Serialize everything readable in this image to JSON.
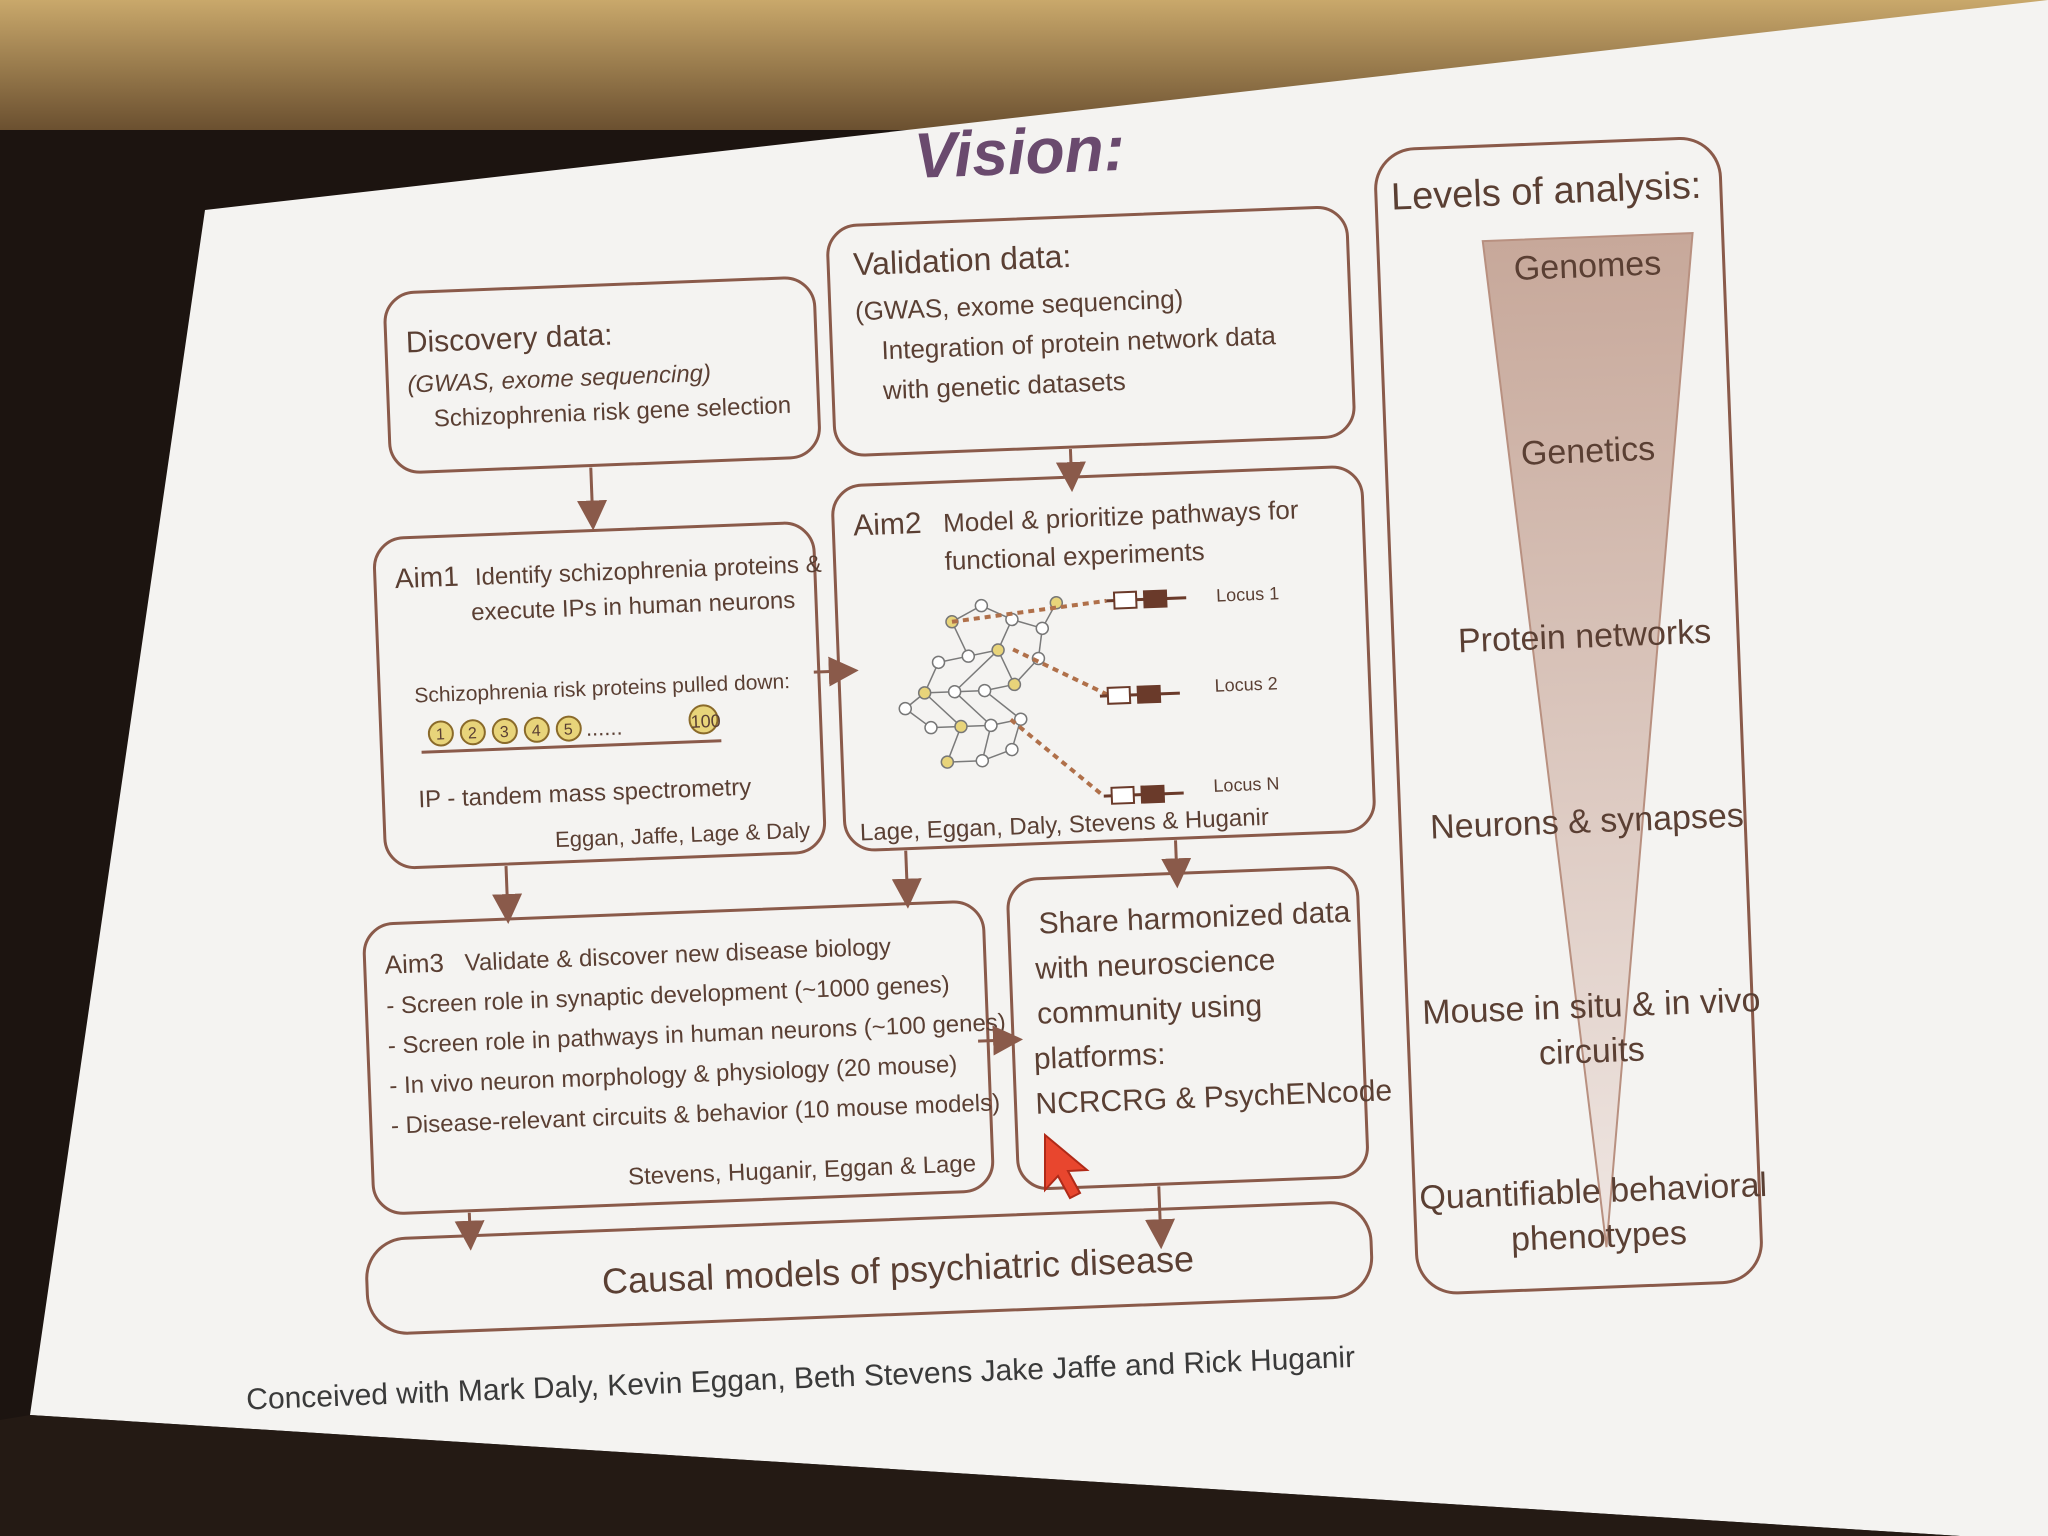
{
  "slide": {
    "title": "Vision:",
    "discovery": {
      "heading": "Discovery data:",
      "line1": "(GWAS, exome sequencing)",
      "line2": "Schizophrenia risk gene selection"
    },
    "validation": {
      "heading": "Validation data:",
      "line1": "(GWAS, exome sequencing)",
      "line2": "Integration of protein network data",
      "line3": "with genetic datasets"
    },
    "aim1": {
      "label": "Aim1",
      "text1": "Identify schizophrenia proteins &",
      "text2": "execute IPs in human neurons",
      "pulled": "Schizophrenia risk proteins pulled down:",
      "circles": [
        "1",
        "2",
        "3",
        "4",
        "5"
      ],
      "dots": "......",
      "last": "100",
      "ip": "IP  - tandem mass spectrometry",
      "credit": "Eggan, Jaffe, Lage & Daly"
    },
    "aim2": {
      "label": "Aim2",
      "text1": "Model & prioritize pathways for",
      "text2": "functional experiments",
      "locus1": "Locus 1",
      "locus2": "Locus 2",
      "locusN": "Locus N",
      "credit": "Lage, Eggan, Daly, Stevens & Huganir"
    },
    "aim3": {
      "label": "Aim3",
      "heading": "Validate & discover new disease biology",
      "items": [
        "- Screen role in synaptic development (~1000 genes)",
        "- Screen role in pathways in human neurons (~100 genes)",
        "- In vivo neuron morphology & physiology (20 mouse)",
        "- Disease-relevant circuits & behavior (10 mouse models)"
      ],
      "credit": "Stevens, Huganir, Eggan & Lage"
    },
    "share": {
      "lines": [
        "Share harmonized data",
        "with neuroscience",
        "community using",
        "platforms:",
        "NCRCRG & PsychENcode"
      ]
    },
    "causal": "Causal models of psychiatric disease",
    "levels": {
      "title": "Levels of analysis:",
      "items": [
        "Genomes",
        "Genetics",
        "Protein networks",
        "Neurons  & synapses",
        "Mouse in situ & in vivo",
        "circuits",
        "Quantifiable behavioral",
        "phenotypes"
      ]
    },
    "footer": "Conceived with Mark Daly, Kevin Eggan, Beth Stevens Jake Jaffe and Rick Huganir"
  },
  "colors": {
    "title": "#6a4a6e",
    "accent": "#8a5a4a",
    "node": "#e8d47a"
  }
}
